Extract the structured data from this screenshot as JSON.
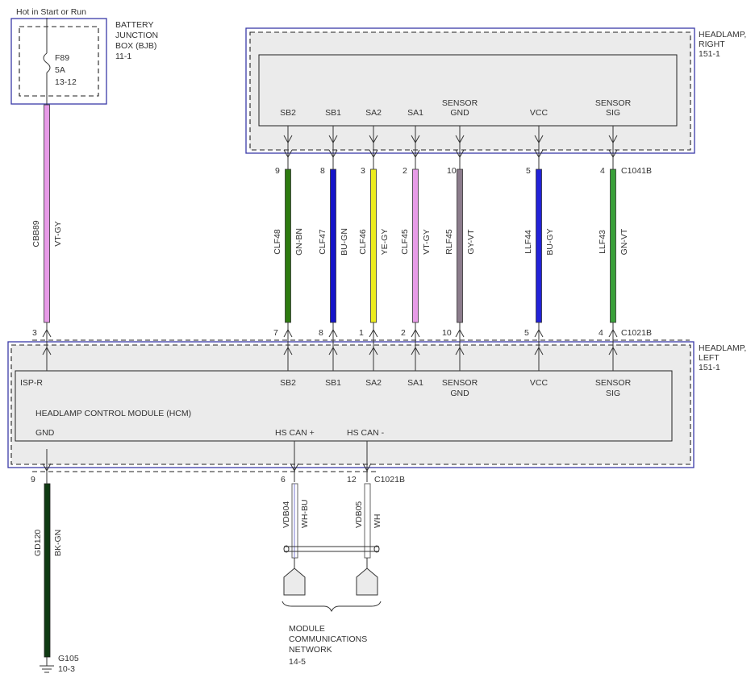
{
  "power": {
    "label": "Hot in Start or Run",
    "fuse": "F89",
    "rating": "5A",
    "location": "13-12"
  },
  "bjb": {
    "line1": "BATTERY",
    "line2": "JUNCTION",
    "line3": "BOX (BJB)",
    "ref": "11-1"
  },
  "headlamp_right": {
    "line1": "HEADLAMP,",
    "line2": "RIGHT",
    "ref": "151-1"
  },
  "headlamp_left": {
    "line1": "HEADLAMP,",
    "line2": "LEFT",
    "ref": "151-1"
  },
  "hcm": {
    "title": "HEADLAMP CONTROL MODULE (HCM)",
    "isp": "ISP-R",
    "gnd": "GND",
    "can_plus": "HS CAN +",
    "can_minus": "HS CAN -"
  },
  "connectors": {
    "right": "C1041B",
    "left": "C1021B",
    "left_bottom": "C1021B"
  },
  "wires": [
    {
      "id": "isp",
      "circuit": "CBB89",
      "color_code": "VT-GY",
      "color": "#e79be7",
      "top_pin": "",
      "bottom_pin": "3",
      "pin_top": "",
      "pin_bottom_1": "",
      "pin_bottom_2": ""
    },
    {
      "id": "sb2",
      "circuit": "CLF48",
      "color_code": "GN-BN",
      "color": "#2d7a10",
      "top_pin": "9",
      "bottom_pin": "7",
      "pin_top": "SB2",
      "pin_bottom_1": "SB2",
      "pin_bottom_2": ""
    },
    {
      "id": "sb1",
      "circuit": "CLF47",
      "color_code": "BU-GN",
      "color": "#1414c8",
      "top_pin": "8",
      "bottom_pin": "8",
      "pin_top": "SB1",
      "pin_bottom_1": "SB1",
      "pin_bottom_2": ""
    },
    {
      "id": "sa2",
      "circuit": "CLF46",
      "color_code": "YE-GY",
      "color": "#ecec1e",
      "top_pin": "3",
      "bottom_pin": "1",
      "pin_top": "SA2",
      "pin_bottom_1": "SA2",
      "pin_bottom_2": ""
    },
    {
      "id": "sa1",
      "circuit": "CLF45",
      "color_code": "VT-GY",
      "color": "#e79be7",
      "top_pin": "2",
      "bottom_pin": "2",
      "pin_top": "SA1",
      "pin_bottom_1": "SA1",
      "pin_bottom_2": ""
    },
    {
      "id": "sgnd",
      "circuit": "RLF45",
      "color_code": "GY-VT",
      "color": "#8c7c8c",
      "top_pin": "10",
      "bottom_pin": "10",
      "pin_top": "SENSOR\nGND",
      "pin_bottom_1": "SENSOR",
      "pin_bottom_2": "GND"
    },
    {
      "id": "vcc",
      "circuit": "LLF44",
      "color_code": "BU-GY",
      "color": "#2222d8",
      "top_pin": "5",
      "bottom_pin": "5",
      "pin_top": "VCC",
      "pin_bottom_1": "VCC",
      "pin_bottom_2": ""
    },
    {
      "id": "ssig",
      "circuit": "LLF43",
      "color_code": "GN-VT",
      "color": "#3aa03a",
      "top_pin": "4",
      "bottom_pin": "4",
      "pin_top": "SENSOR\nSIG",
      "pin_bottom_1": "SENSOR",
      "pin_bottom_2": "SIG"
    }
  ],
  "ground": {
    "pin": "9",
    "circuit": "GD120",
    "color_code": "BK-GN",
    "color": "#0f3a12",
    "point": "G105",
    "ref": "10-3"
  },
  "can": [
    {
      "pin": "6",
      "circuit": "VDB04",
      "color_code": "WH-BU"
    },
    {
      "pin": "12",
      "circuit": "VDB05",
      "color_code": "WH"
    }
  ],
  "network": {
    "line1": "MODULE",
    "line2": "COMMUNICATIONS",
    "line3": "NETWORK",
    "ref": "14-5"
  }
}
